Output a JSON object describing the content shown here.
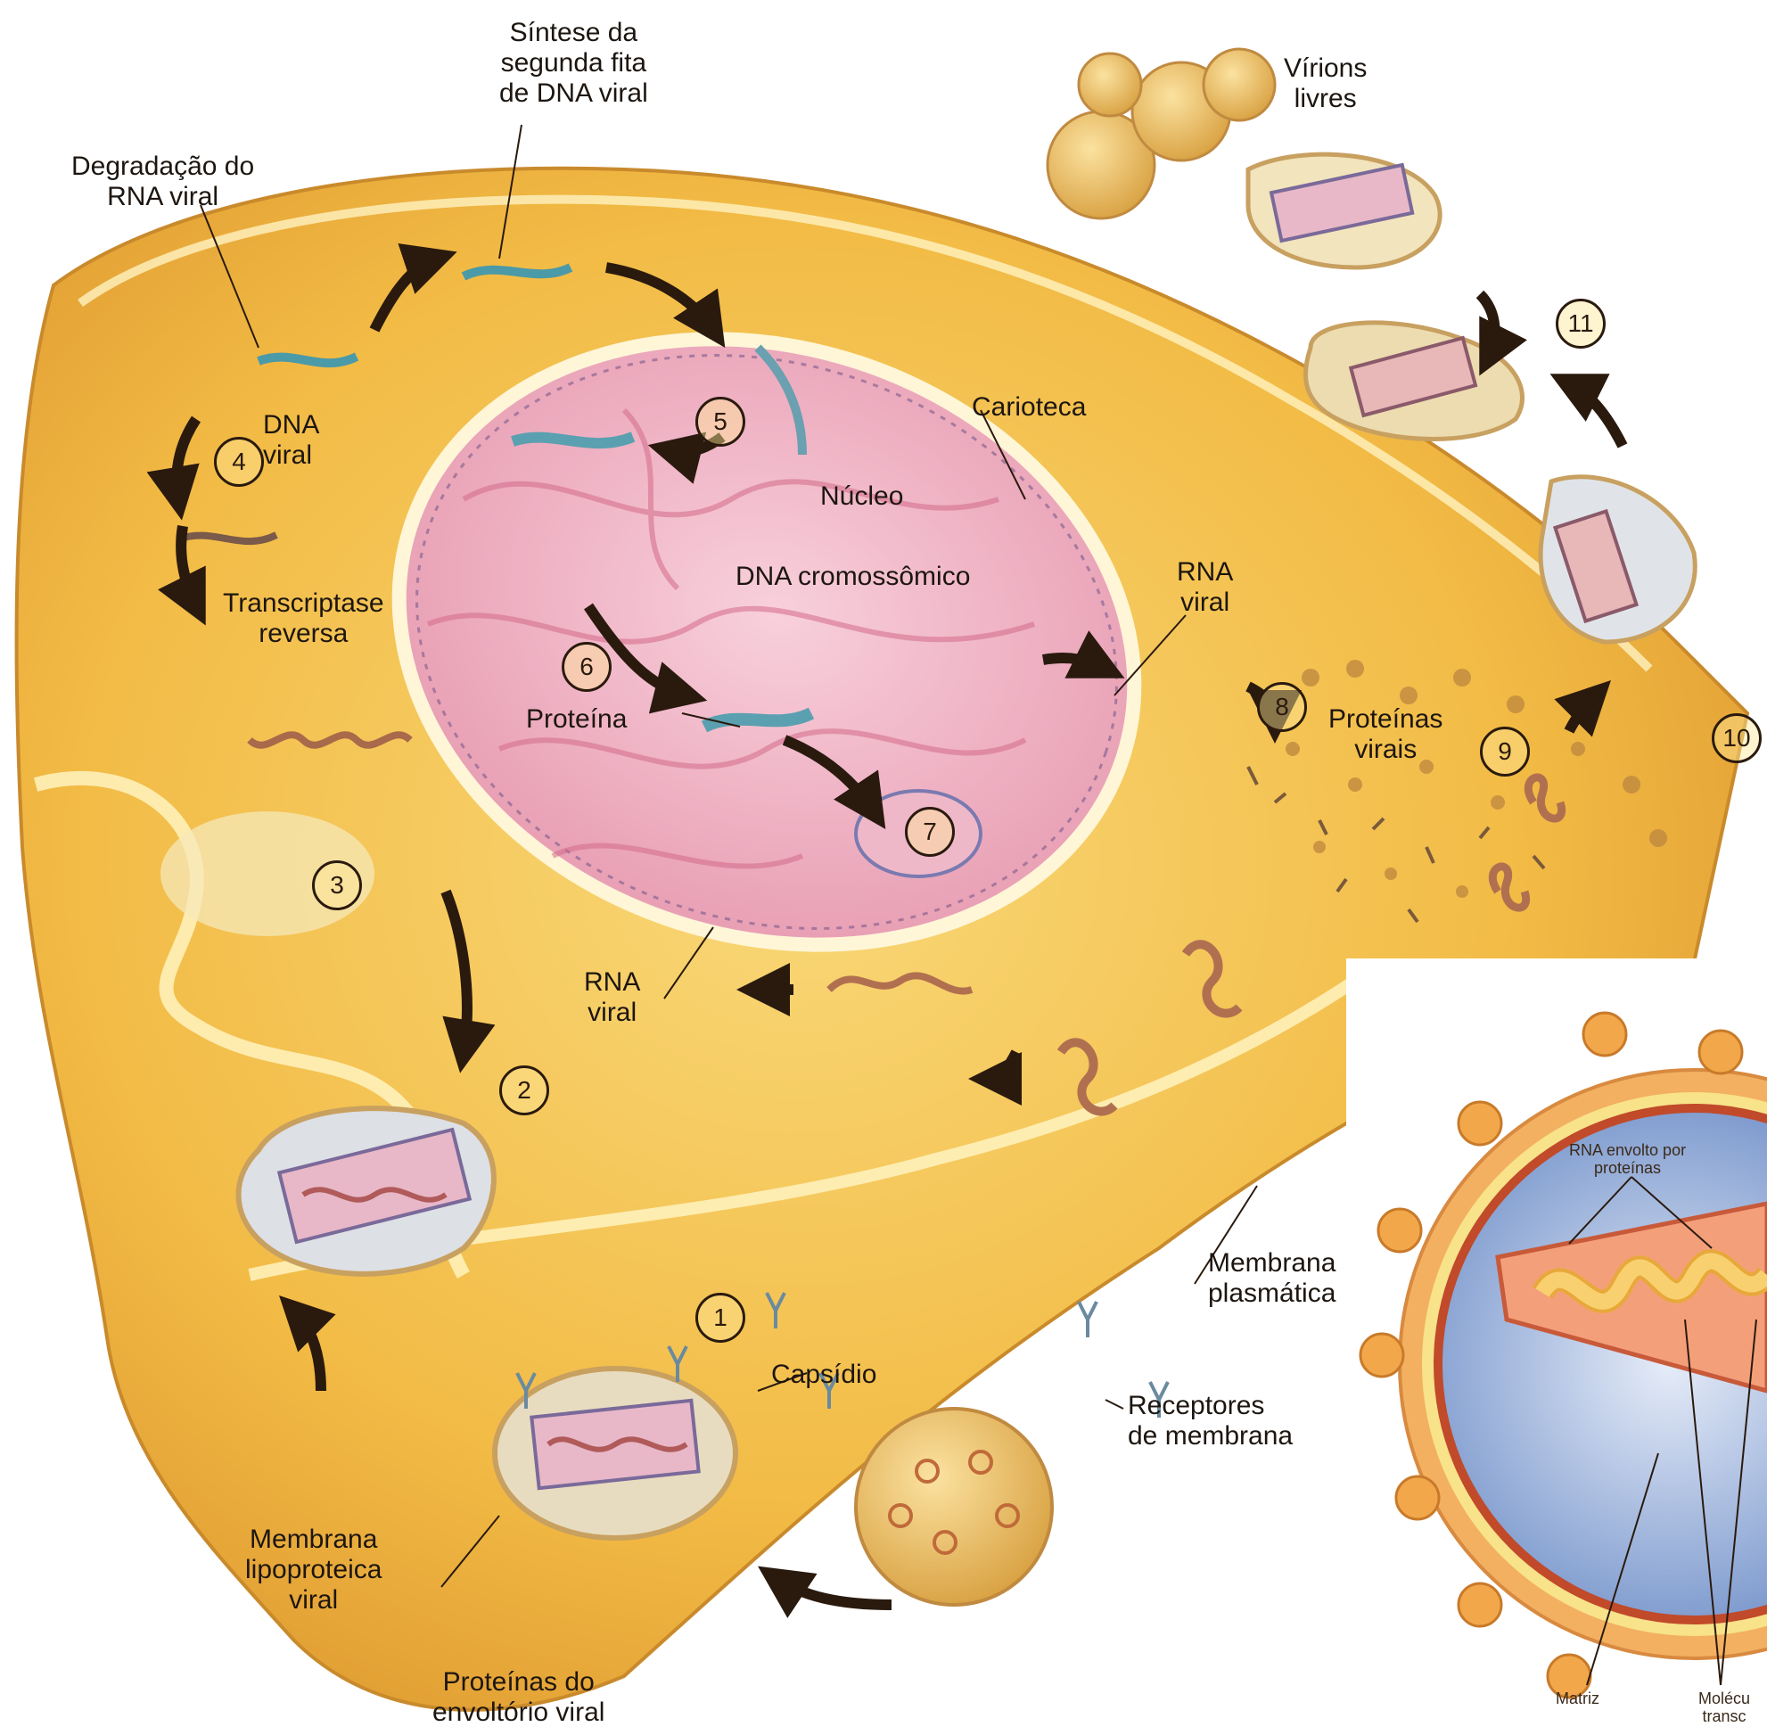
{
  "labels": {
    "sintese": [
      "Síntese da",
      "segunda fita",
      "de DNA viral"
    ],
    "virions": [
      "Vírions",
      "livres"
    ],
    "degradacao": [
      "Degradação do",
      "RNA viral"
    ],
    "dna_viral": [
      "DNA",
      "viral"
    ],
    "carioteca": [
      "Carioteca"
    ],
    "nucleo": [
      "Núcleo"
    ],
    "dna_cromossomico": [
      "DNA cromossômico"
    ],
    "transcriptase": [
      "Transcriptase",
      "reversa"
    ],
    "rna_viral_right": [
      "RNA",
      "viral"
    ],
    "proteina": [
      "Proteína"
    ],
    "proteinas_virais": [
      "Proteínas",
      "virais"
    ],
    "rna_viral_bottom": [
      "RNA",
      "viral"
    ],
    "membrana_plasmatica": [
      "Membrana",
      "plasmática"
    ],
    "capsidio": [
      "Capsídio"
    ],
    "receptores": [
      "Receptores",
      "de membrana"
    ],
    "membrana_lipo": [
      "Membrana",
      "lipoproteica",
      "viral"
    ],
    "proteinas_envoltorio": [
      "Proteínas do",
      "envoltório viral"
    ]
  },
  "steps": [
    "1",
    "2",
    "3",
    "4",
    "5",
    "6",
    "7",
    "8",
    "9",
    "10",
    "11"
  ],
  "inset": {
    "rna_label": [
      "RNA envolto por",
      "proteínas"
    ],
    "matriz": "Matriz",
    "moleculas": [
      "Molécu",
      "transc"
    ]
  },
  "colors": {
    "cytoplasm": "#f0b840",
    "nucleus": "#f2b8c8",
    "membrane": "#fff4c8",
    "inset_blue": "#7fa0d8",
    "arrow": "#2a1a0e"
  }
}
